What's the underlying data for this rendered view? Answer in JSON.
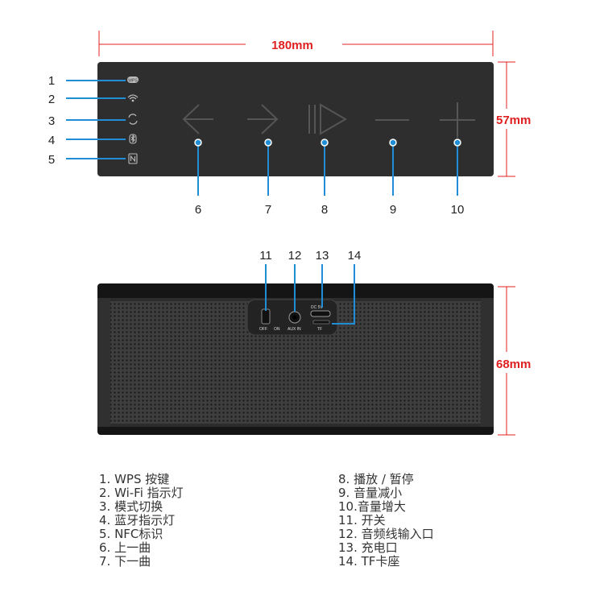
{
  "dimensions": {
    "width": "180mm",
    "top_height": "57mm",
    "front_height": "68mm"
  },
  "callout_numbers": [
    "1",
    "2",
    "3",
    "4",
    "5",
    "6",
    "7",
    "8",
    "9",
    "10",
    "11",
    "12",
    "13",
    "14"
  ],
  "port_labels": {
    "off": "OFF",
    "on": "ON",
    "aux": "AUX IN",
    "dc": "DC 5V",
    "tf": "TF"
  },
  "icon_labels": {
    "wps": "WPS"
  },
  "legend_left": [
    "1. WPS 按键",
    "2. Wi-Fi 指示灯",
    "3. 模式切换",
    "4. 蓝牙指示灯",
    "5. NFC标识",
    "6. 上一曲",
    "7. 下一曲"
  ],
  "legend_right": [
    "8. 播放 / 暂停",
    "9. 音量减小",
    "10.音量增大",
    "11. 开关",
    "12. 音频线输入口",
    "13. 充电口",
    "14. TF卡座"
  ],
  "colors": {
    "dimension": "#e02020",
    "callout": "#1f8ed6",
    "device": "#2b2b2b",
    "grille": "#4a4a4a"
  }
}
